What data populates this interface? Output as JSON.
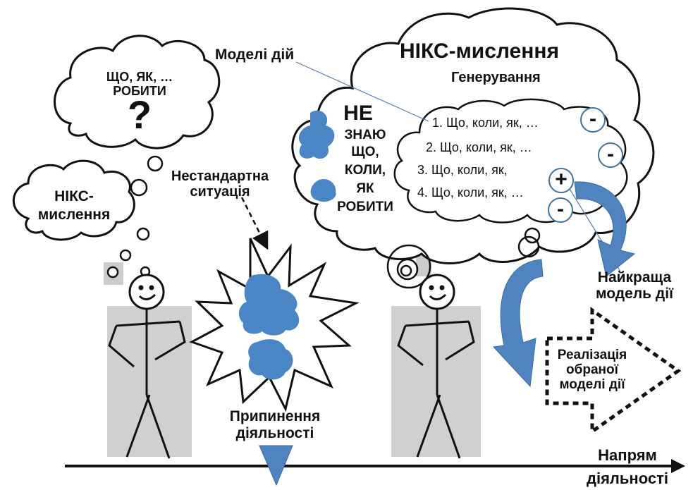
{
  "left_thought": {
    "line1": "ЩО, ЯК, …",
    "line2": "РОБИТИ",
    "mark": "?"
  },
  "person_thought": {
    "line1": "НІКС-",
    "line2": "мислення"
  },
  "label_nonstandard": {
    "line1": "Нестандартна",
    "line2": "ситуація"
  },
  "label_stop": {
    "line1": "Припинення",
    "line2": "діяльності"
  },
  "big_cloud": {
    "title": "НІКС-мислення",
    "subtitle": "Генерування",
    "models_label": "Моделі дій",
    "dont_know": {
      "line1": "НЕ",
      "line2": "ЗНАЮ",
      "line3": "ЩО,",
      "line4": "КОЛИ,",
      "line5": "ЯК",
      "line6": "РОБИТИ"
    },
    "options": [
      {
        "text": "1. Що, коли, як, …",
        "sign": "-"
      },
      {
        "text": "2. Що, коли, як, …",
        "sign": "-"
      },
      {
        "text": "3. Що, коли, як,",
        "sign": "+"
      },
      {
        "text": "4. Що, коли, як, …",
        "sign": "-"
      }
    ]
  },
  "best_model": {
    "line1": "Найкраща",
    "line2": "модель дії"
  },
  "implementation": {
    "line1": "Реалізація",
    "line2": "обраної",
    "line3": "моделі дії"
  },
  "direction": {
    "line1": "Напрям",
    "line2": "діяльності"
  },
  "colors": {
    "blob": "#4a86c5",
    "arrow": "#4f84c0",
    "panel": "#d0d0d0",
    "accent": "#41719c"
  }
}
